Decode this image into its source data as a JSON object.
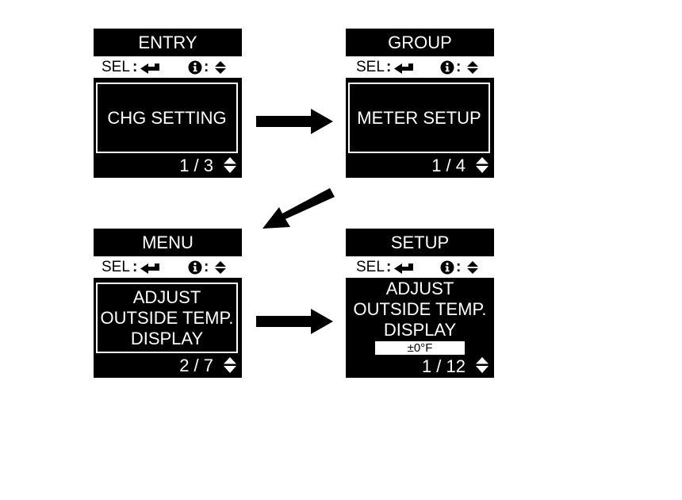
{
  "screens": {
    "entry": {
      "title": "ENTRY",
      "sel_label": "SEL",
      "body_text": "CHG SETTING",
      "page": "1 / 3"
    },
    "group": {
      "title": "GROUP",
      "sel_label": "SEL",
      "body_text": "METER SETUP",
      "page": "1 / 4"
    },
    "menu": {
      "title": "MENU",
      "sel_label": "SEL",
      "body_lines": [
        "ADJUST",
        "OUTSIDE TEMP.",
        "DISPLAY"
      ],
      "page": "2 / 7"
    },
    "setup": {
      "title": "SETUP",
      "sel_label": "SEL",
      "body_lines": [
        "ADJUST",
        "OUTSIDE TEMP.",
        "DISPLAY"
      ],
      "value": "±0°F",
      "page": "1 / 12"
    }
  },
  "icons": {
    "enter": "enter-arrow-icon",
    "info": "info-circle-icon",
    "updown": "up-down-arrow-icon",
    "flow_arrow": "flow-arrow-icon"
  },
  "colors": {
    "screen_background": "#000000",
    "screen_text": "#ffffff",
    "page_background": "#ffffff"
  }
}
